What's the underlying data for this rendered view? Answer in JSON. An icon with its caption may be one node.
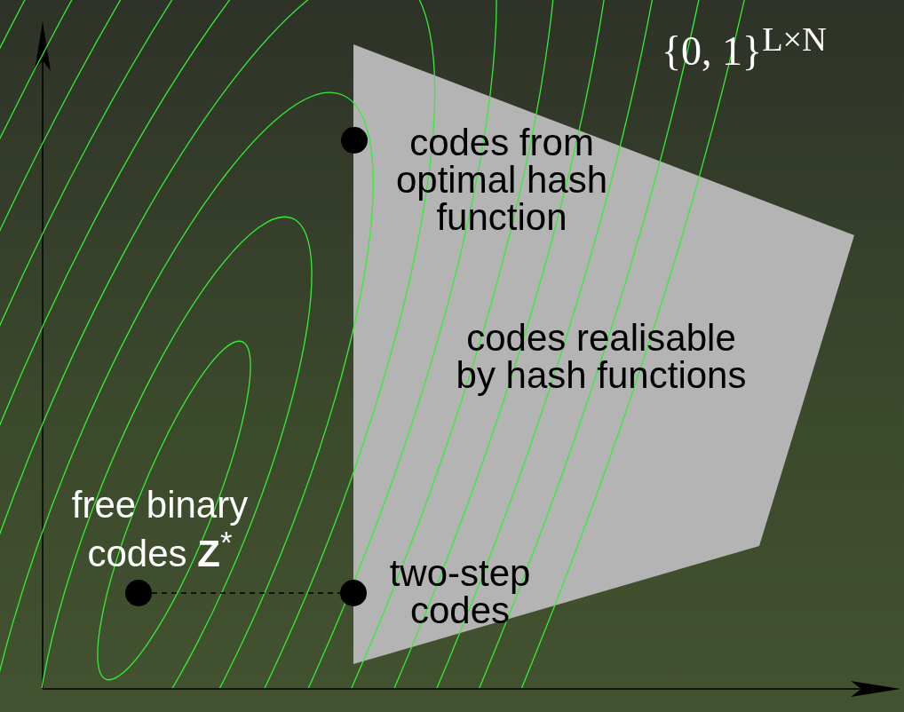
{
  "diagram": {
    "nodes": [
      {
        "text": [
          "codes realisable by hash functions"
        ]
      },
      {
        "text": [],
        "shape": "circle"
      },
      {
        "text": [],
        "shape": "circle",
        "beside": [
          "free binary codes **Z**$^{*}$"
        ]
      },
      {
        "text": [],
        "shape": "circle"
      }
    ],
    "edges": [
      {
        "from": 2,
        "to": 3,
        "arrow": "none",
        "style": "dashed"
      }
    ],
    "labels": [
      "{0, 1}$^{L×N}$",
      "codes from optimal hash function",
      "two-step codes"
    ]
  }
}
